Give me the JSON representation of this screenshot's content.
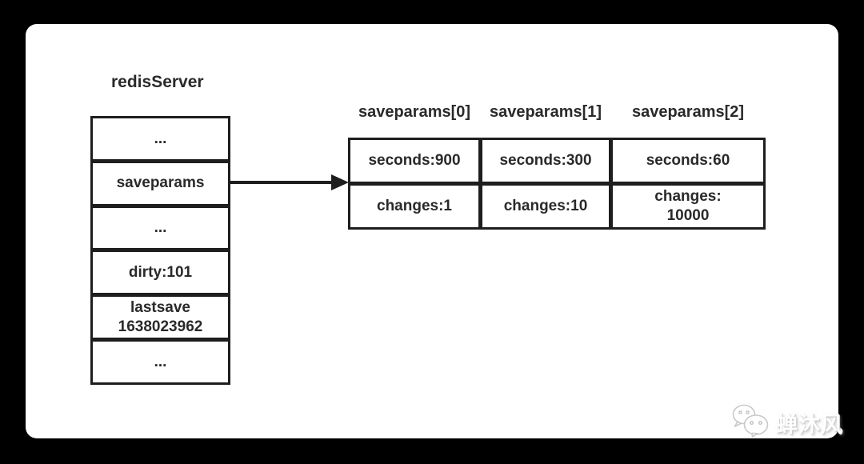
{
  "colors": {
    "background": "#000000",
    "card": "#ffffff",
    "line": "#1e1e1e",
    "text": "#2a2a2a",
    "watermark": "#ffffff"
  },
  "diagram": {
    "title": "redisServer",
    "redis_server_table": {
      "rows": [
        "...",
        "saveparams",
        "...",
        "dirty:101",
        "lastsave\n1638023962",
        "..."
      ]
    },
    "array_headers": [
      "saveparams[0]",
      "saveparams[1]",
      "saveparams[2]"
    ],
    "array_table": {
      "rows": [
        [
          "seconds:900",
          "seconds:300",
          "seconds:60"
        ],
        [
          "changes:1",
          "changes:10",
          "changes:\n10000"
        ]
      ]
    }
  },
  "watermark": {
    "icon": "wechat-logo-icon",
    "text": "蝉沐风"
  }
}
